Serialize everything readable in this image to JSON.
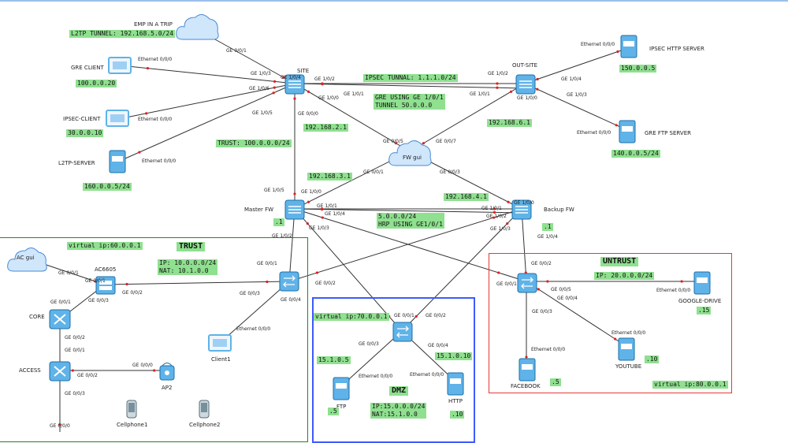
{
  "colors": {
    "line": "#333333",
    "port_dot": "#e02020",
    "label_bg": "#8fe08f",
    "zone_trust": "#2e7d32",
    "zone_dmz": "#3d5afe",
    "zone_untrust": "#e53935",
    "top_rule": "#3b7fd4"
  },
  "zones": {
    "trust": "TRUST",
    "dmz": "DMZ",
    "untrust": "UNTRUST"
  },
  "nodes": {
    "emp": "EMP IN A TRIP",
    "site": "SITE",
    "out_site": "OUT-SITE",
    "ipsec_http": "IPSEC HTTP SERVER",
    "gre_client": "GRE CLIENT",
    "ipsec_client": "IPSEC-CLIENT",
    "l2tp_server": "L2TP-SERVER",
    "gre_ftp": "GRE FTP SERVER",
    "fw_gui": "FW gui",
    "master_fw": "Master FW",
    "backup_fw": "Backup FW",
    "ac_gui": "AC gui",
    "ac6605": "AC6605",
    "core": "CORE",
    "access": "ACCESS",
    "ap2": "AP2",
    "client1": "Client1",
    "cellphone1": "Cellphone1",
    "cellphone2": "Cellphone2",
    "ftp": "FTP",
    "http": "HTTP",
    "facebook": "FACEBOOK",
    "youtube": "YOUTUBE",
    "google_drive": "GOOGLE-DRIVE"
  },
  "labels": {
    "l2tp_tunnel": "L2TP TUNNEL: 192.168.5.0/24",
    "gre_client_ip": "100.0.0.20",
    "ipsec_client_ip": "30.0.0.10",
    "l2tp_server_ip": "160.0.0.5/24",
    "ipsec_tunnel": "IPSEC TUNNAL: 1.1.1.0/24",
    "gre_using": "GRE USING GE 1/0/1\nTUNNEL 50.0.0.0",
    "ipsec_http_ip": "150.0.0.5",
    "gre_ftp_ip": "140.0.0.5/24",
    "net_192_168_2_1": "192.168.2.1",
    "net_192_168_6_1": "192.168.6.1",
    "trust_net": "TRUST: 100.0.0.0/24",
    "net_192_168_3_1": "192.168.3.1",
    "net_192_168_4_1": "192.168.4.1",
    "hrp": "5.0.0.0/24\nHRP USING GE1/0/1",
    "master_dot1": ".1",
    "backup_dot1": ".1",
    "trust_vip": "virtual ip:60.0.0.1",
    "trust_ipnat": "IP: 10.0.0.0/24\nNAT: 10.1.0.0",
    "dmz_vip": "virtual ip:70.0.0.1",
    "ftp_ip": "15.1.0.5",
    "http_ip": "15.1.0.10",
    "ftp_dot5": ".5",
    "http_dot10": ".10",
    "dmz_ipnat": "IP:15.0.0.0/24\nNAT:15.1.0.0",
    "untrust_ip": "IP: 20.0.0.0/24",
    "google_dot15": ".15",
    "youtube_dot10": ".10",
    "facebook_dot5": ".5",
    "untrust_vip": "virtual ip:80.0.0.1"
  },
  "ports": {
    "p_emp": "GE 0/0/1",
    "p_site_103": "GE 1/0/3",
    "p_site_104": "GE 1/0/4",
    "p_site_102": "GE 1/0/2",
    "p_site_106": "GE 1/0/6",
    "p_site_101": "GE 1/0/1",
    "p_site_100": "GE 1/0/0",
    "p_site_105": "GE 1/0/5",
    "p_site_000": "GE 0/0/0",
    "p_gre_eth": "Ethernet 0/0/0",
    "p_ipsecc_eth": "Ethernet 0/0/0",
    "p_l2tp_eth": "Ethernet 0/0/0",
    "p_http_eth": "Ethernet 0/0/0",
    "p_grefs_eth": "Ethernet 0/0/0",
    "p_os_102": "GE 1/0/2",
    "p_os_101": "GE 1/0/1",
    "p_os_100": "GE 1/0/0",
    "p_os_104": "GE 1/0/4",
    "p_os_103": "GE 1/0/3",
    "p_fw_005": "GE 0/0/5",
    "p_fw_007": "GE 0/0/7",
    "p_fw_001": "GE 0/0/1",
    "p_fw_003": "GE 0/0/3",
    "p_m_105": "GE 1/0/5",
    "p_m_100": "GE 1/0/0",
    "p_m_101": "GE 1/0/1",
    "p_m_104": "GE 1/0/4",
    "p_m_103": "GE 1/0/3",
    "p_m_102": "GE 1/0/2",
    "p_b_100": "GE 1/0/0",
    "p_b_101": "GE 1/0/1",
    "p_b_102": "GE 1/0/2",
    "p_b_103": "GE 1/0/3",
    "p_b_104": "GE 1/0/4",
    "p_acgui": "GE 0/0/1",
    "p_ac_001": "GE 0/0/1",
    "p_ac_002": "GE 0/0/2",
    "p_ac_003": "GE 0/0/3",
    "p_core_001": "GE 0/0/1",
    "p_core_002": "GE 0/0/2",
    "p_acc_001": "GE 0/0/1",
    "p_acc_002": "GE 0/0/2",
    "p_acc_003": "GE 0/0/3",
    "p_ap_000": "GE 0/0/0",
    "p_acc_000": "GE 0/0/0",
    "p_tsw_001": "GE 0/0/1",
    "p_tsw_002": "GE 0/0/2",
    "p_tsw_003": "GE 0/0/3",
    "p_tsw_004": "GE 0/0/4",
    "p_client_eth": "Ethernet 0/0/0",
    "p_dsw_001": "GE 0/0/1",
    "p_dsw_002": "GE 0/0/2",
    "p_dsw_003": "GE 0/0/3",
    "p_dsw_004": "GE 0/0/4",
    "p_ftp_eth": "Ethernet 0/0/0",
    "p_dhttp_eth": "Ethernet 0/0/0",
    "p_usw_002": "GE 0/0/2",
    "p_usw_001": "GE 0/0/1",
    "p_usw_005": "GE 0/0/5",
    "p_usw_004": "GE 0/0/4",
    "p_usw_003": "GE 0/0/3",
    "p_gd_eth": "Ethernet 0/0/0",
    "p_yt_eth": "Ethernet 0/0/0",
    "p_fb_eth": "Ethernet 0/0/0"
  }
}
